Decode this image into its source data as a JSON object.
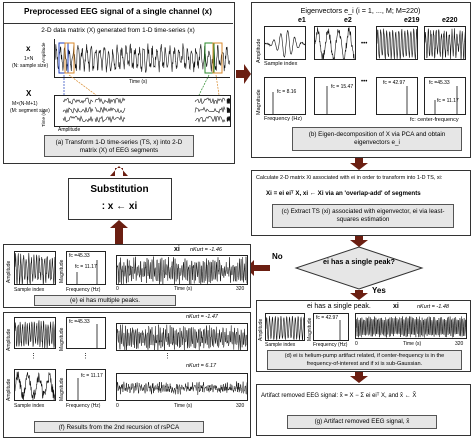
{
  "top_left": {
    "header": "Preprocessed EEG signal of a single channel (x)",
    "matrix_title": "2-D data matrix (X) generated from 1-D time-series (x)",
    "x_label": "x",
    "x_dim": "1×N",
    "n_note": "(N: sample size)",
    "X_label": "X",
    "X_dim": "M×(N-M+1)",
    "m_note": "(M: segment size)",
    "amp_label": "Amplitude",
    "time_label": "Time (s)",
    "caption": "(a) Transform 1-D time-series (TS, x) into 2-D matrix (X) of EEG segments"
  },
  "top_right": {
    "header": "Eigenvectors e_i (i = 1, ..., M; M=220)",
    "eig_labels": [
      "e1",
      "e2",
      "e219",
      "e220"
    ],
    "amp_label": "Amplitude",
    "mag_label": "Magnitude",
    "sample_index": "Sample index",
    "freq_label": "Frequency (Hz)",
    "fc_values": [
      "fc = 8.16",
      "fc = 15.47",
      "fc = 42.97",
      "fc =45.33"
    ],
    "fc_extra": "fc = 11.17",
    "center_note": "fc: center-frequency",
    "ellipsis": "•••",
    "caption": "(b) Eigen-decomposition of X via PCA and obtain eigenvectors e_i"
  },
  "middle_right": {
    "line1": "Calculate 2-D matrix Xi associated with ei in order to transform into 1-D TS, xi:",
    "formula": "Xi = ei eiᵀ X,    xi ← Xi  via an 'overlap-add' of segments",
    "caption": "(c) Extract TS (xi) associated with eigenvector, ei via least-squares estimation"
  },
  "substitution": {
    "title": "Substitution",
    "formula": ": x ← xi"
  },
  "decision": {
    "text": "ei has a single peak?",
    "yes": "Yes",
    "no": "No"
  },
  "panel_e": {
    "xi": "xi",
    "nkurt": "nKurt = -1.46",
    "fc1": "fc =45.33",
    "fc2": "fc = 11.17",
    "amp": "Amplitude",
    "mag": "Magnitude",
    "sample_index": "Sample index",
    "freq": "Frequency (Hz)",
    "time": "Time (s)",
    "t_start": "0",
    "t_end": "320",
    "caption": "(e) ei has multiple peaks."
  },
  "panel_f": {
    "nkurt1": "nKurt = -1.47",
    "nkurt2": "nKurt = 6.17",
    "fc1": "fc =45.33",
    "fc2": "fc = 11.17",
    "amp": "Amplitude",
    "mag": "Magnitude",
    "sample_index": "Sample index",
    "freq": "Frequency (Hz)",
    "time": "Time (s)",
    "t_start": "0",
    "t_end": "320",
    "caption": "(f) Results from the 2nd recursion of rsPCA"
  },
  "panel_d": {
    "title": "ei has a single peak.",
    "xi": "xi",
    "nkurt": "nKurt = -1.48",
    "fc": "fc = 42.97",
    "amp": "Amplitude",
    "mag": "Magnitude",
    "sample_index": "Sample index",
    "freq": "Frequency (Hz)",
    "time": "Time (s)",
    "t_start": "0",
    "t_end": "320",
    "caption": "(d) ei is helium-pump artifact related, if center-frequency is in the frequency-of-interest and if xi is sub-Gaussian."
  },
  "panel_g": {
    "line": "Artifact removed EEG signal:  x̂ = X − Σ ei eiᵀ X,   and   x̂ ← X̂",
    "caption": "(g) Artifact removed EEG signal, x̂"
  },
  "colors": {
    "arrow": "#6b1f12",
    "caption_bg": "#e6e6e6",
    "blue": "#1f3fbf",
    "orange": "#d98a2b",
    "green": "#2a8a2a"
  }
}
